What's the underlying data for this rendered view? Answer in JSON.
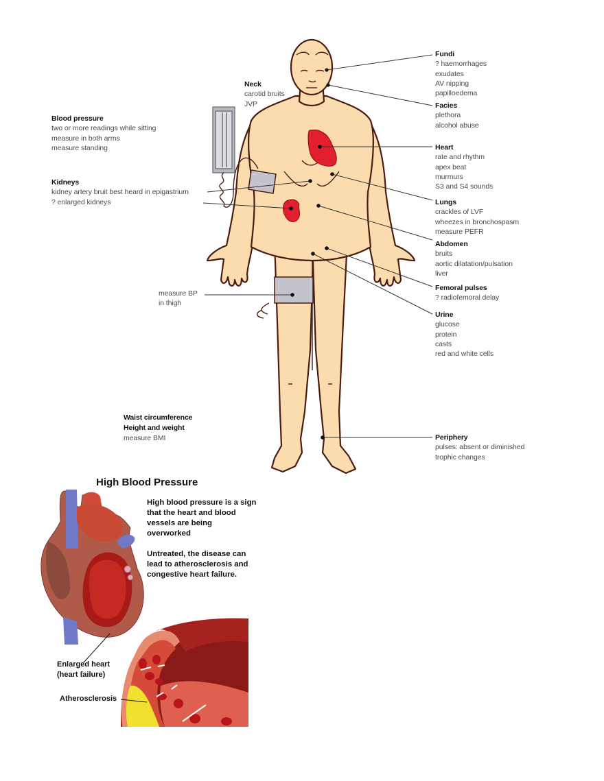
{
  "body_diagram": {
    "labels": {
      "neck": {
        "title": "Neck",
        "lines": [
          "carotid bruits",
          "JVP"
        ]
      },
      "blood_pressure": {
        "title": "Blood pressure",
        "lines": [
          "two or more readings while sitting",
          "measure in both arms",
          "measure standing"
        ]
      },
      "kidneys": {
        "title": "Kidneys",
        "lines": [
          "kidney artery bruit best heard in epigastrium",
          "? enlarged kidneys"
        ]
      },
      "thigh_bp": {
        "lines": [
          "measure BP",
          "in thigh"
        ]
      },
      "waist": {
        "title": "Waist circumference"
      },
      "height_weight": {
        "title": "Height and weight",
        "lines": [
          "measure BMI"
        ]
      },
      "fundi": {
        "title": "Fundi",
        "lines": [
          "? haemorrhages",
          "exudates",
          "AV nipping",
          "papilloedema"
        ]
      },
      "facies": {
        "title": "Facies",
        "lines": [
          "plethora",
          "alcohol abuse"
        ]
      },
      "heart": {
        "title": "Heart",
        "lines": [
          "rate and rhythm",
          "apex beat",
          "murmurs",
          "S3 and S4 sounds"
        ]
      },
      "lungs": {
        "title": "Lungs",
        "lines": [
          "crackles of LVF",
          "wheezes in bronchospasm",
          "measure PEFR"
        ]
      },
      "abdomen": {
        "title": "Abdomen",
        "lines": [
          "bruits",
          "aortic dilatation/pulsation",
          "liver"
        ]
      },
      "femoral": {
        "title": "Femoral pulses",
        "lines": [
          "? radiofemoral delay"
        ]
      },
      "urine": {
        "title": "Urine",
        "lines": [
          "glucose",
          "protein",
          "casts",
          "red and white cells"
        ]
      },
      "periphery": {
        "title": "Periphery",
        "lines": [
          "pulses: absent or diminished",
          "trophic changes"
        ]
      }
    },
    "colors": {
      "skin": "#fbdcae",
      "outline": "#4a1c12",
      "organ_red": "#e0202e",
      "cuff_gray": "#c4c4cc",
      "leader": "#333333"
    }
  },
  "hbp_panel": {
    "title": "High Blood Pressure",
    "paragraphs": [
      "High blood pressure is a sign that the heart and blood vessels are being overworked",
      "Untreated, the disease can lead to atherosclerosis and congestive heart failure."
    ],
    "callouts": {
      "enlarged_heart": [
        "Enlarged heart",
        "(heart failure)"
      ],
      "atherosclerosis": "Atherosclerosis"
    }
  }
}
